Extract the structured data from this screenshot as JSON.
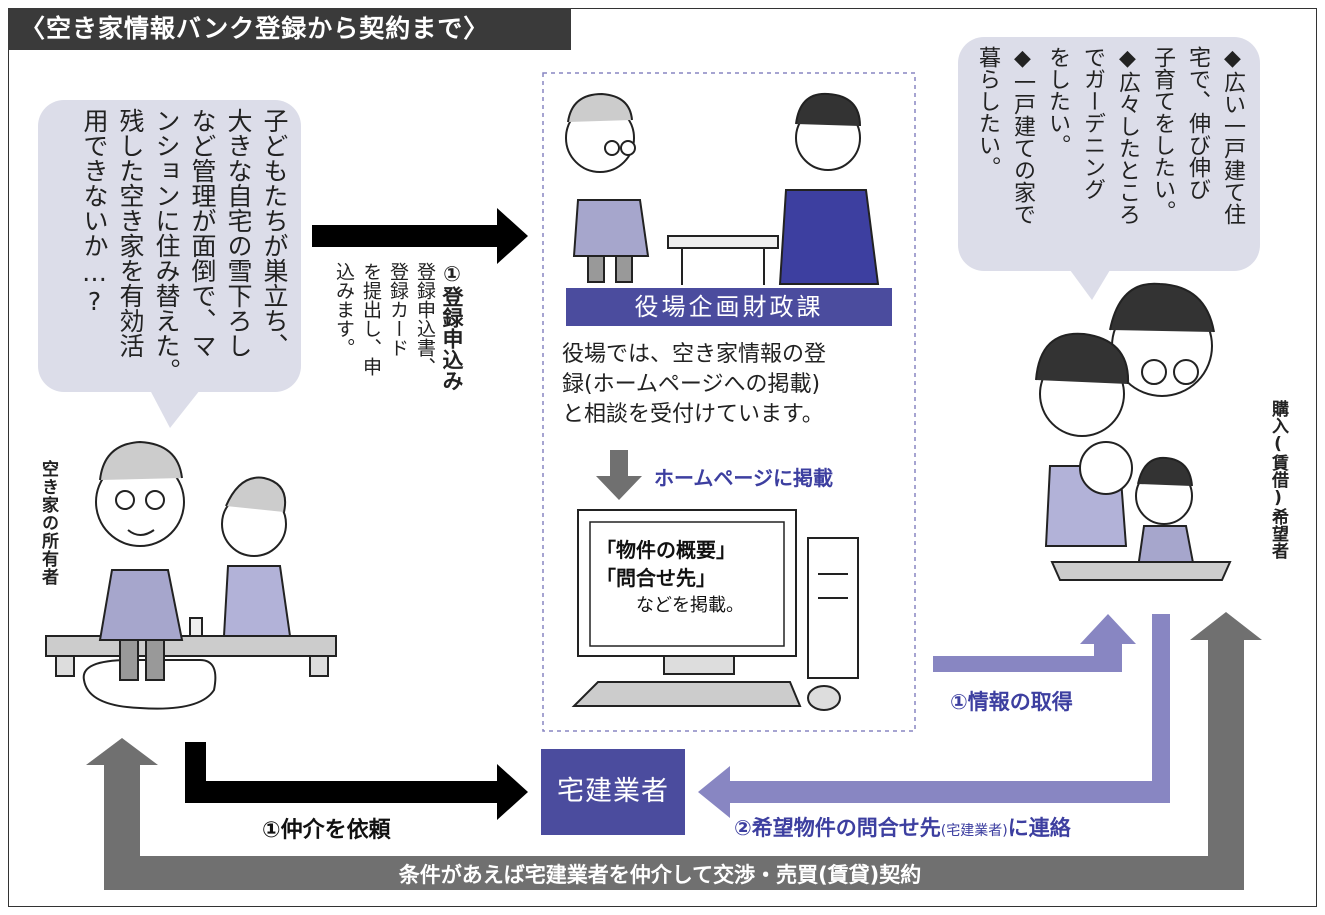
{
  "title": "〈空き家情報バンク登録から契約まで〉",
  "owner_bubble": {
    "lines": [
      "子どもたちが巣立ち、",
      "大きな自宅の雪下ろし",
      "など管理が面倒で、マ",
      "ンションに住み替えた。",
      "残した空き家を有効活",
      "用できないか…?"
    ]
  },
  "owner_label": "空き家の所有者",
  "registration": {
    "heading": "①登録申込み",
    "lines": [
      "登録申込書、",
      "登録カード",
      "を提出し、申",
      "込みます。"
    ]
  },
  "office": {
    "name": "役場企画財政課",
    "desc_lines": [
      "役場では、空き家情報の登",
      "録(ホームページへの掲載)",
      "と相談を受付けています。"
    ],
    "publish_label": "ホームページに掲載"
  },
  "monitor": {
    "lines": [
      "「物件の概要」",
      "「問合せ先」",
      "などを掲載。"
    ]
  },
  "buyer_bubble": {
    "lines": [
      "◆広い一戸建て住",
      "宅で、伸び伸び",
      "子育てをしたい。",
      "◆広々したところ",
      "でガーデニング",
      "をしたい。",
      "◆一戸建ての家で",
      "暮らしたい。"
    ]
  },
  "buyer_label": "購入(賃借)希望者",
  "realtor": "宅建業者",
  "arrows": {
    "info_get": "①情報の取得",
    "mediation": "①仲介を依頼",
    "contact_main": "②希望物件の問合せ先",
    "contact_small": "(宅建業者)",
    "contact_end": "に連絡",
    "contract": "条件があえば宅建業者を仲介して交渉・売買(賃貸)契約"
  },
  "colors": {
    "title_bg": "#3a3a3a",
    "office_label_bg": "#4b4c9e",
    "accent_blue": "#3d3fa0",
    "purple_arrow": "#8886c2",
    "gray_arrow": "#707070",
    "bubble_bg": "#dcdde9"
  }
}
